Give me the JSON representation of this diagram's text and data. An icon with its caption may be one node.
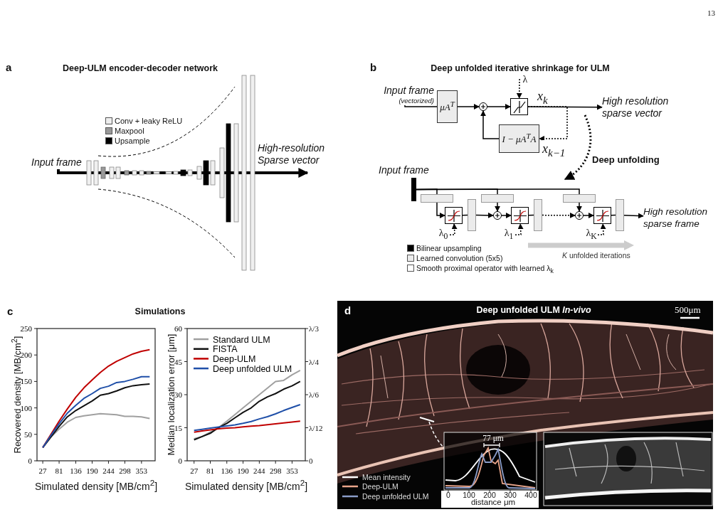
{
  "diagram": {
    "nodes": [
      {
        "text": [
          "Input frame"
        ]
      },
      {
        "text": [
          "Input frame",
          "(vectorized)"
        ]
      },
      {
        "text": [
          "μA$^{T}$"
        ]
      },
      {
        "text": [],
        "shape": "circle"
      },
      {
        "text": [
          "λ"
        ]
      },
      {
        "text": [],
        "shape": "box"
      },
      {
        "text": [
          "I − μA$^{T}$A"
        ]
      },
      {
        "text": [
          "High resolution sparse vector"
        ]
      },
      {
        "text": [],
        "shape": "bar"
      },
      {
        "text": [],
        "shape": "box"
      },
      {
        "text": [],
        "shape": "box"
      },
      {
        "text": [
          "λ$_{0}$"
        ]
      },
      {
        "text": [],
        "shape": "box"
      },
      {
        "text": [],
        "shape": "box"
      },
      {
        "text": [],
        "shape": "circle"
      },
      {
        "text": [],
        "shape": "box"
      },
      {
        "text": [
          "λ$_{1}$"
        ]
      },
      {
        "text": [],
        "shape": "box"
      },
      {
        "text": [],
        "shape": "box"
      },
      {
        "text": [],
        "shape": "circle"
      },
      {
        "text": [],
        "shape": "box"
      },
      {
        "text": [
          "λ$_{K}$"
        ]
      },
      {
        "text": [],
        "shape": "box"
      },
      {
        "text": [
          "High resolution sparse frame"
        ]
      },
      {
        "text": [
          "High-resolution Sparse vector"
        ]
      }
    ],
    "edges": [
      {
        "from": 0,
        "to": 24,
        "arrow": "to",
        "style": "thick"
      },
      {
        "from": 1,
        "to": 2,
        "arrow": "none"
      },
      {
        "from": 2,
        "to": 3,
        "arrow": "to"
      },
      {
        "from": 3,
        "to": 5,
        "arrow": "to"
      },
      {
        "from": 4,
        "to": 5,
        "arrow": "to",
        "style": "dashed"
      },
      {
        "from": 5,
        "to": 7,
        "arrow": "to",
        "label": "x$_{k}$"
      },
      {
        "from": 5,
        "to": 6,
        "arrow": "to",
        "style": "dashed",
        "label": "x$_{k−1}$"
      },
      {
        "from": 6,
        "to": 3,
        "arrow": "to"
      },
      {
        "from": 8,
        "to": 9,
        "arrow": "none"
      },
      {
        "from": 8,
        "to": 13,
        "arrow": "none"
      },
      {
        "from": 8,
        "to": 18,
        "arrow": "none"
      },
      {
        "from": 9,
        "to": 10,
        "arrow": "to"
      },
      {
        "from": 11,
        "to": 10,
        "arrow": "to",
        "style": "dashed"
      },
      {
        "from": 10,
        "to": 12,
        "arrow": "none"
      },
      {
        "from": 12,
        "to": 14,
        "arrow": "to"
      },
      {
        "from": 13,
        "to": 14,
        "arrow": "to"
      },
      {
        "from": 14,
        "to": 15,
        "arrow": "to"
      },
      {
        "from": 16,
        "to": 15,
        "arrow": "to",
        "style": "dashed"
      },
      {
        "from": 15,
        "to": 17,
        "arrow": "none"
      },
      {
        "from": 17,
        "to": 19,
        "arrow": "to",
        "style": "dashed"
      },
      {
        "from": 18,
        "to": 19,
        "arrow": "to"
      },
      {
        "from": 19,
        "to": 20,
        "arrow": "to"
      },
      {
        "from": 21,
        "to": 20,
        "arrow": "to",
        "style": "dashed"
      },
      {
        "from": 20,
        "to": 22,
        "arrow": "none"
      },
      {
        "from": 22,
        "to": 23,
        "arrow": "to"
      }
    ],
    "labels": [
      "13",
      "a",
      "Deep-ULM encoder-decoder network",
      "b",
      "Deep unfolded iterative shrinkage for ULM",
      "Deep unfolding",
      "Input frame",
      "*K* unfolded iterations",
      "c",
      "Simulations",
      "λ/3",
      "λ/4",
      "λ/6",
      "λ/12",
      "0",
      "d",
      "Deep unfolded ULM *In-vivo*",
      "500μm",
      "77 μm",
      "0",
      "100",
      "200",
      "300",
      "400",
      "distance μm"
    ],
    "legend": [
      {
        "text": "Conv + leaky ReLU",
        "color": "#eeeeee"
      },
      {
        "text": "Maxpool",
        "color": "#999999"
      },
      {
        "text": "Upsample",
        "color": "#000000"
      },
      {
        "text": "Bilinear upsampling",
        "color": "#000000"
      },
      {
        "text": "Learned convolution (5x5)",
        "color": "#ebebeb"
      },
      {
        "text": "Smooth proximal operator with learned λ$_{k}$",
        "color": "#ffffff"
      },
      {
        "text": "Mean intensity"
      },
      {
        "text": "Deep-ULM"
      },
      {
        "text": "Deep unfolded ULM"
      }
    ],
    "chart_data": [
      {
        "type": "line",
        "xlabel": "Simulated density [MB/cm$^{2}$]",
        "ylabel": "Recovered density [MB/cm$^{2}$]",
        "x": [
          27,
          54,
          81,
          108,
          136,
          163,
          190,
          217,
          244,
          271,
          298,
          325,
          353,
          380
        ],
        "xlim": [
          8,
          398
        ],
        "ylim": [
          0,
          250
        ],
        "xticks": [
          27,
          81,
          136,
          190,
          244,
          298,
          353
        ],
        "yticks": [
          0,
          50,
          100,
          150,
          200,
          250
        ],
        "series": [
          {
            "color": "#a0a0a0",
            "values": [
              25,
              45,
              60,
              73,
              82,
              85,
              87,
              89,
              88,
              87,
              84,
              84,
              83,
              80
            ]
          },
          {
            "color": "#111111",
            "values": [
              25,
              45,
              65,
              83,
              95,
              104,
              113,
              124,
              127,
              132,
              138,
              142,
              144,
              145
            ]
          },
          {
            "color": "#c00000",
            "values": [
              25,
              50,
              75,
              98,
              120,
              138,
              153,
              167,
              179,
              188,
              195,
              202,
              207,
              210
            ]
          },
          {
            "color": "#1f4fa8",
            "values": [
              25,
              48,
              70,
              90,
              105,
              118,
              127,
              137,
              141,
              148,
              150,
              154,
              159,
              159
            ]
          }
        ]
      },
      {
        "type": "line",
        "xlabel": "Simulated density [MB/cm$^{2}$]",
        "ylabel": "Median localization error [μm]",
        "legend": "upper left",
        "x": [
          27,
          54,
          81,
          108,
          136,
          163,
          190,
          217,
          244,
          271,
          298,
          325,
          353,
          380
        ],
        "xlim": [
          4,
          397
        ],
        "ylim": [
          0,
          60
        ],
        "xticks": [
          27,
          81,
          136,
          190,
          244,
          298,
          353
        ],
        "yticks": [
          0,
          15,
          30,
          45,
          60
        ],
        "series": [
          {
            "name": "Standard ULM",
            "color": "#a0a0a0",
            "values": [
              10,
              11,
              13,
              15,
              18,
              21,
              24,
              27,
              30,
              33,
              36,
              36.5,
              39,
              41
            ]
          },
          {
            "name": "FISTA",
            "color": "#111111",
            "values": [
              9.5,
              11,
              12.5,
              15,
              17,
              19.5,
              22,
              24,
              27,
              29,
              30.5,
              32.5,
              34,
              36
            ]
          },
          {
            "name": "Deep-ULM",
            "color": "#c00000",
            "values": [
              13,
              13.5,
              14,
              14.5,
              14.8,
              15,
              15.4,
              15.7,
              16,
              16.4,
              16.8,
              17.2,
              17.6,
              18
            ]
          },
          {
            "name": "Deep unfolded ULM",
            "color": "#1f4fa8",
            "values": [
              13.8,
              14.3,
              14.8,
              15.3,
              15.8,
              16.3,
              17,
              17.8,
              19,
              20,
              21.3,
              22.8,
              24.2,
              25.5
            ]
          }
        ]
      }
    ]
  }
}
